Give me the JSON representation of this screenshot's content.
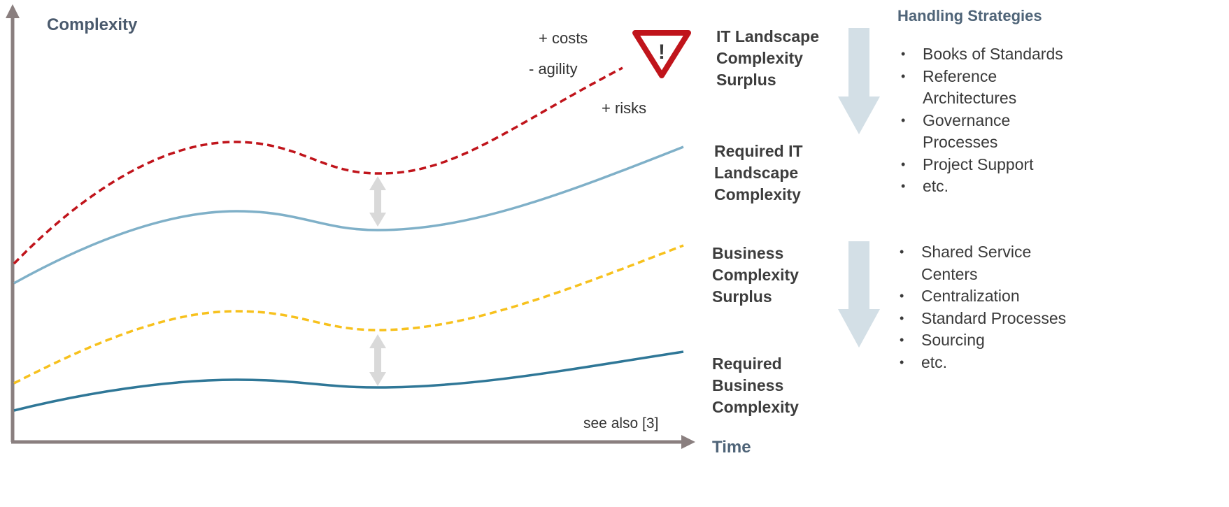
{
  "axes": {
    "y_label": "Complexity",
    "x_label": "Time"
  },
  "annotations": {
    "costs": "+ costs",
    "agility": "- agility",
    "risks": "+ risks",
    "warning_mark": "!",
    "reference": "see also [3]"
  },
  "series": [
    {
      "key": "it_surplus",
      "label": "IT Landscape\nComplexity\nSurplus",
      "color": "#c0141b",
      "style": "dashed"
    },
    {
      "key": "it_required",
      "label": "Required IT\nLandscape\nComplexity",
      "color": "#7fb0c8",
      "style": "solid"
    },
    {
      "key": "biz_surplus",
      "label": "Business\nComplexity\nSurplus",
      "color": "#f7c11d",
      "style": "dashed"
    },
    {
      "key": "biz_required",
      "label": "Required\nBusiness\nComplexity",
      "color": "#2f7797",
      "style": "solid"
    }
  ],
  "strategies": {
    "title": "Handling Strategies",
    "it": [
      "Books of Standards",
      "Reference Architectures",
      "Governance Processes",
      "Project Support",
      "etc."
    ],
    "business": [
      "Shared Service Centers",
      "Centralization",
      "Standard Processes",
      "Sourcing",
      "etc."
    ]
  },
  "colors": {
    "axis": "#8a7f7f",
    "gap_arrow": "#d9d9d9",
    "strategy_arrow": "#d3dfe6",
    "warning": "#c0141b"
  }
}
